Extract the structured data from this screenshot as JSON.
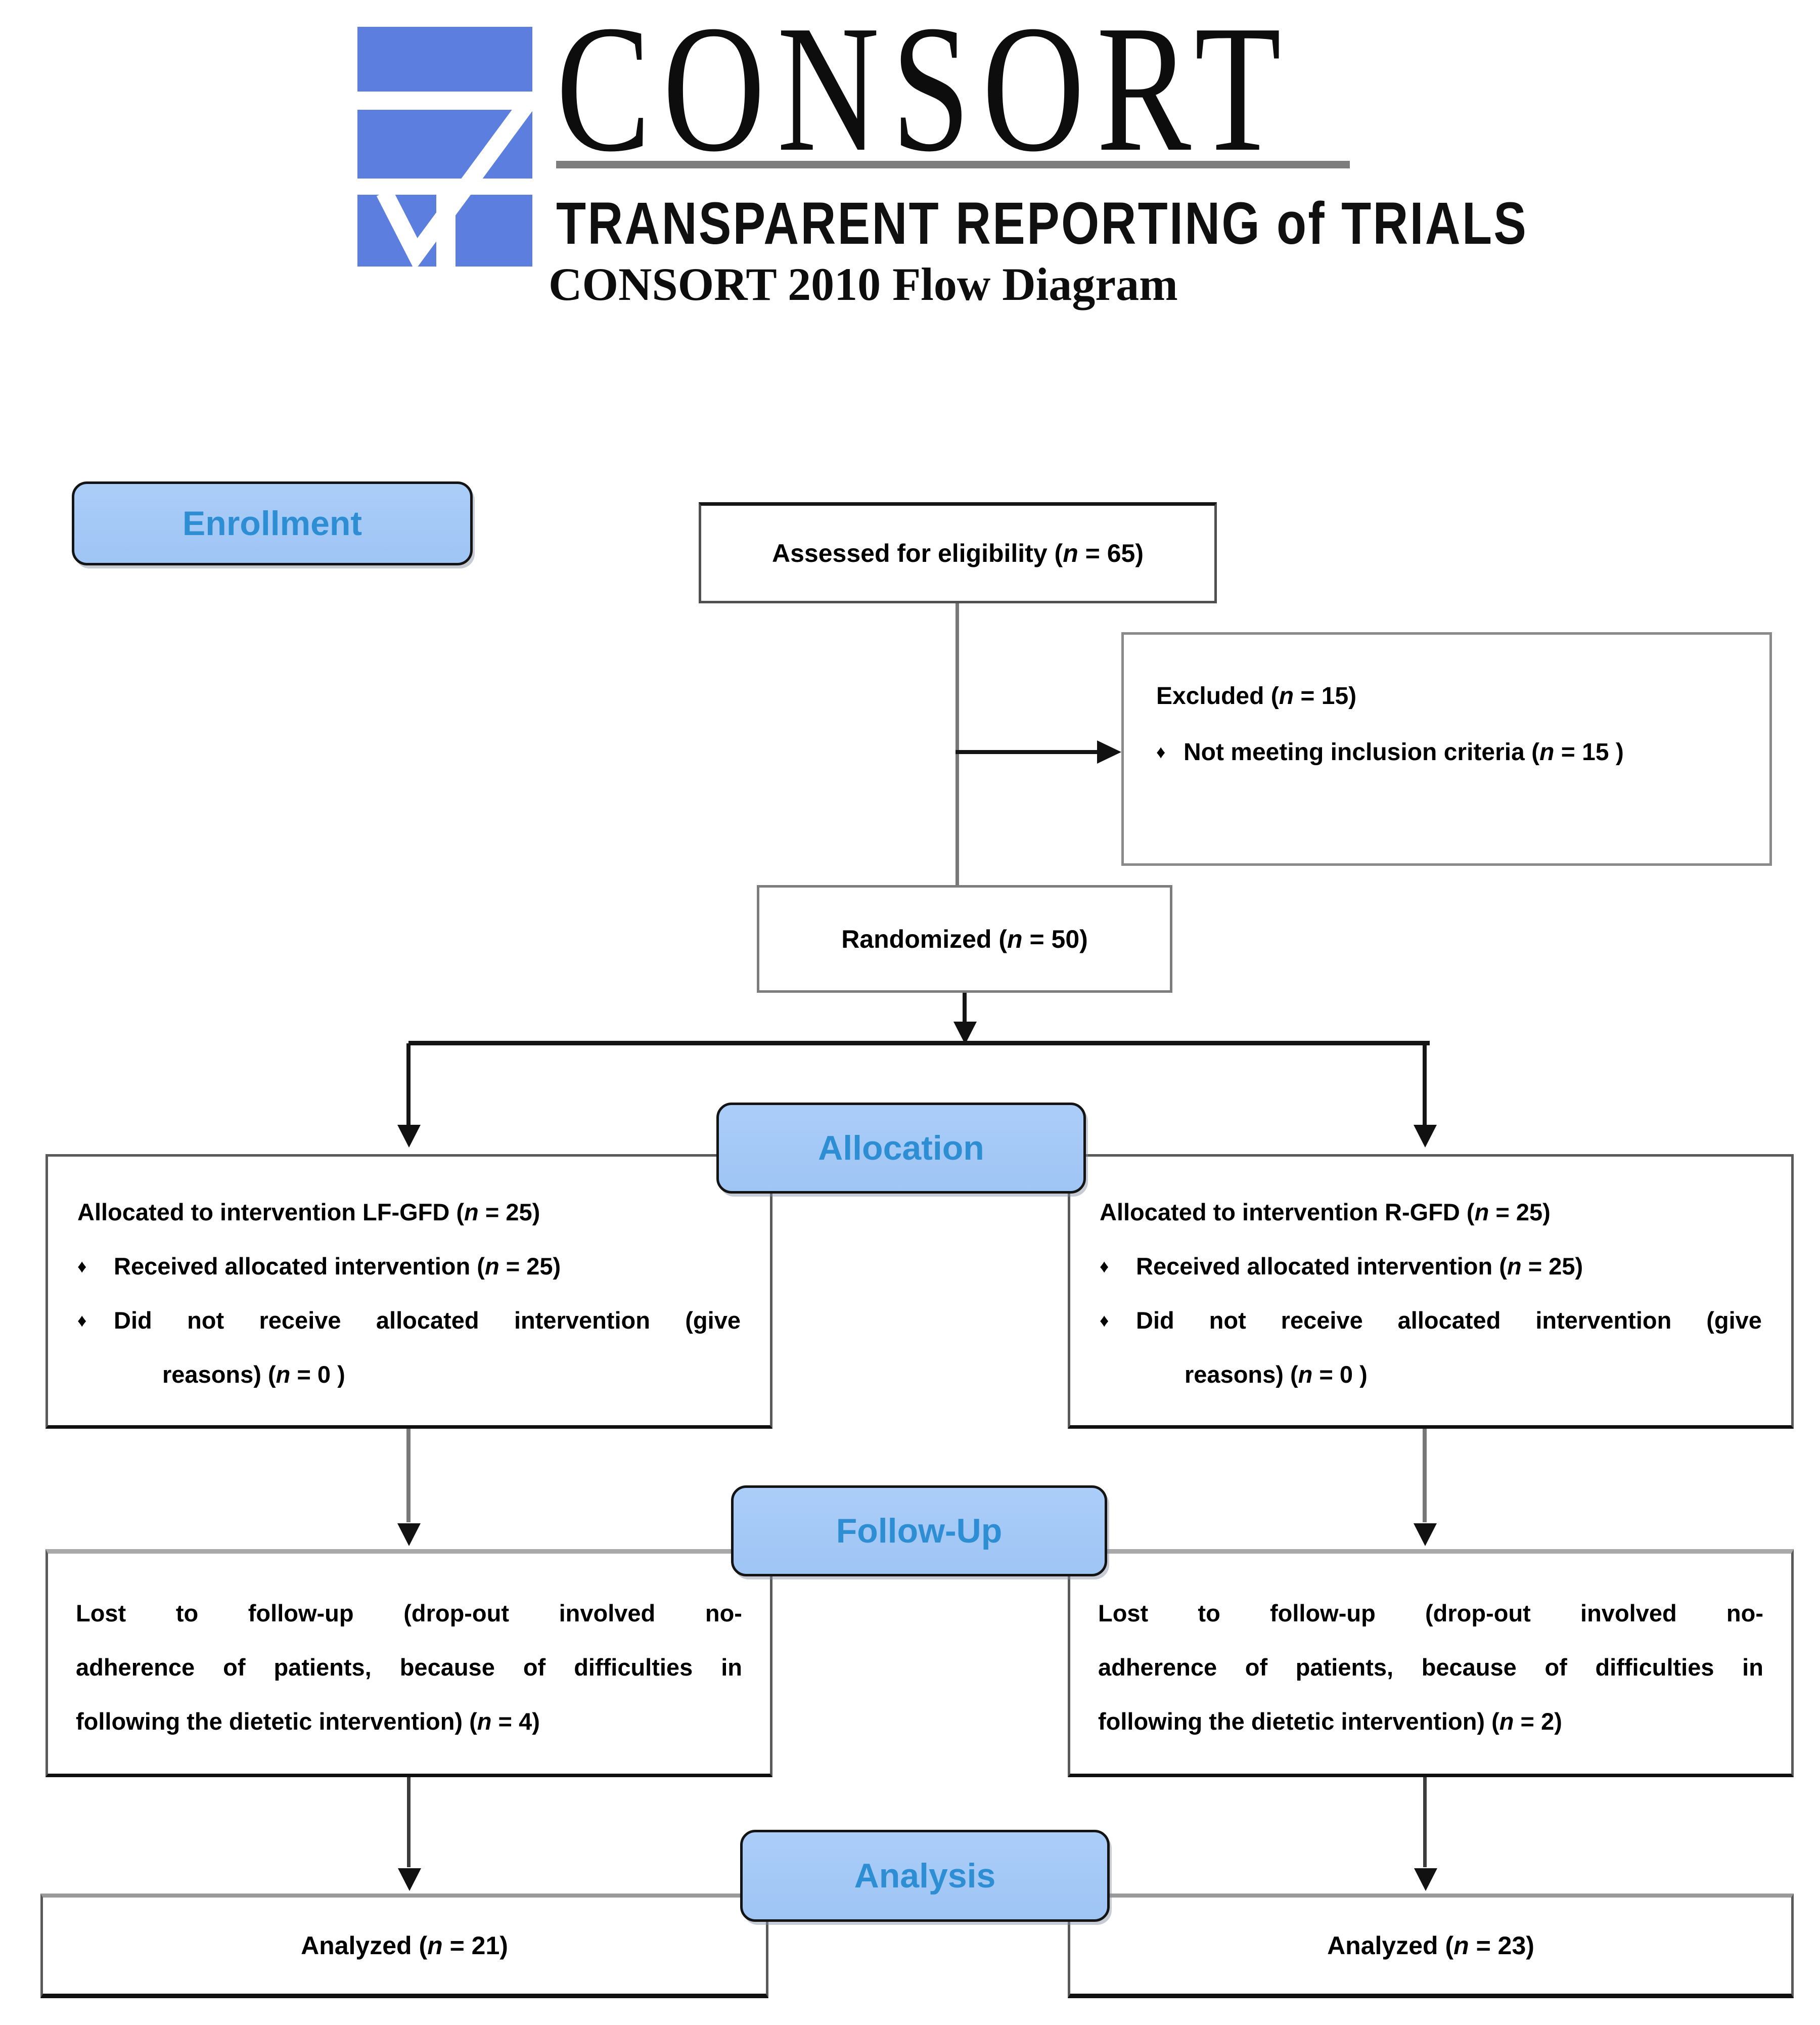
{
  "header": {
    "brand": "CONSORT",
    "tagline": "TRANSPARENT REPORTING of TRIALS",
    "title": "CONSORT 2010 Flow Diagram",
    "logo_icon": "consort-checkmark-grid-icon"
  },
  "colors": {
    "stage_fill": "#9fc5f5",
    "stage_fill_top": "#abcdf8",
    "stage_text": "#2d8ed3",
    "logo_blue": "#5c7ede",
    "line": "#787878",
    "arrow": "#111111"
  },
  "stages": {
    "enrollment": "Enrollment",
    "allocation": "Allocation",
    "followup": "Follow-Up",
    "analysis": "Analysis"
  },
  "bullet": "♦",
  "boxes": {
    "assessed": {
      "text": "Assessed for eligibility (n = 65)"
    },
    "excluded": {
      "title": "Excluded (n = 15)",
      "item": "Not meeting inclusion criteria (n = 15 )"
    },
    "randomized": {
      "text": "Randomized (n = 50)"
    },
    "allocation_left": {
      "title": "Allocated to intervention LF-GFD (n = 25)",
      "item1": "Received allocated intervention (n = 25)",
      "item2_line1": "Did not receive allocated intervention (give",
      "item2_line2": "reasons) (n = 0 )"
    },
    "allocation_right": {
      "title": "Allocated to intervention R-GFD (n = 25)",
      "item1": "Received allocated intervention (n = 25)",
      "item2_line1": "Did not receive allocated intervention (give",
      "item2_line2": "reasons) (n = 0 )"
    },
    "followup_left": {
      "line1": "Lost to follow-up (drop-out involved no-",
      "line2": "adherence of patients, because of difficulties in",
      "line3": "following the dietetic intervention) (n = 4)"
    },
    "followup_right": {
      "line1": "Lost to follow-up (drop-out involved no-",
      "line2": "adherence of patients, because of difficulties in",
      "line3": "following the dietetic intervention) (n = 2)"
    },
    "analyzed_left": {
      "text": "Analyzed (n = 21)"
    },
    "analyzed_right": {
      "text": "Analyzed (n = 23)"
    }
  }
}
